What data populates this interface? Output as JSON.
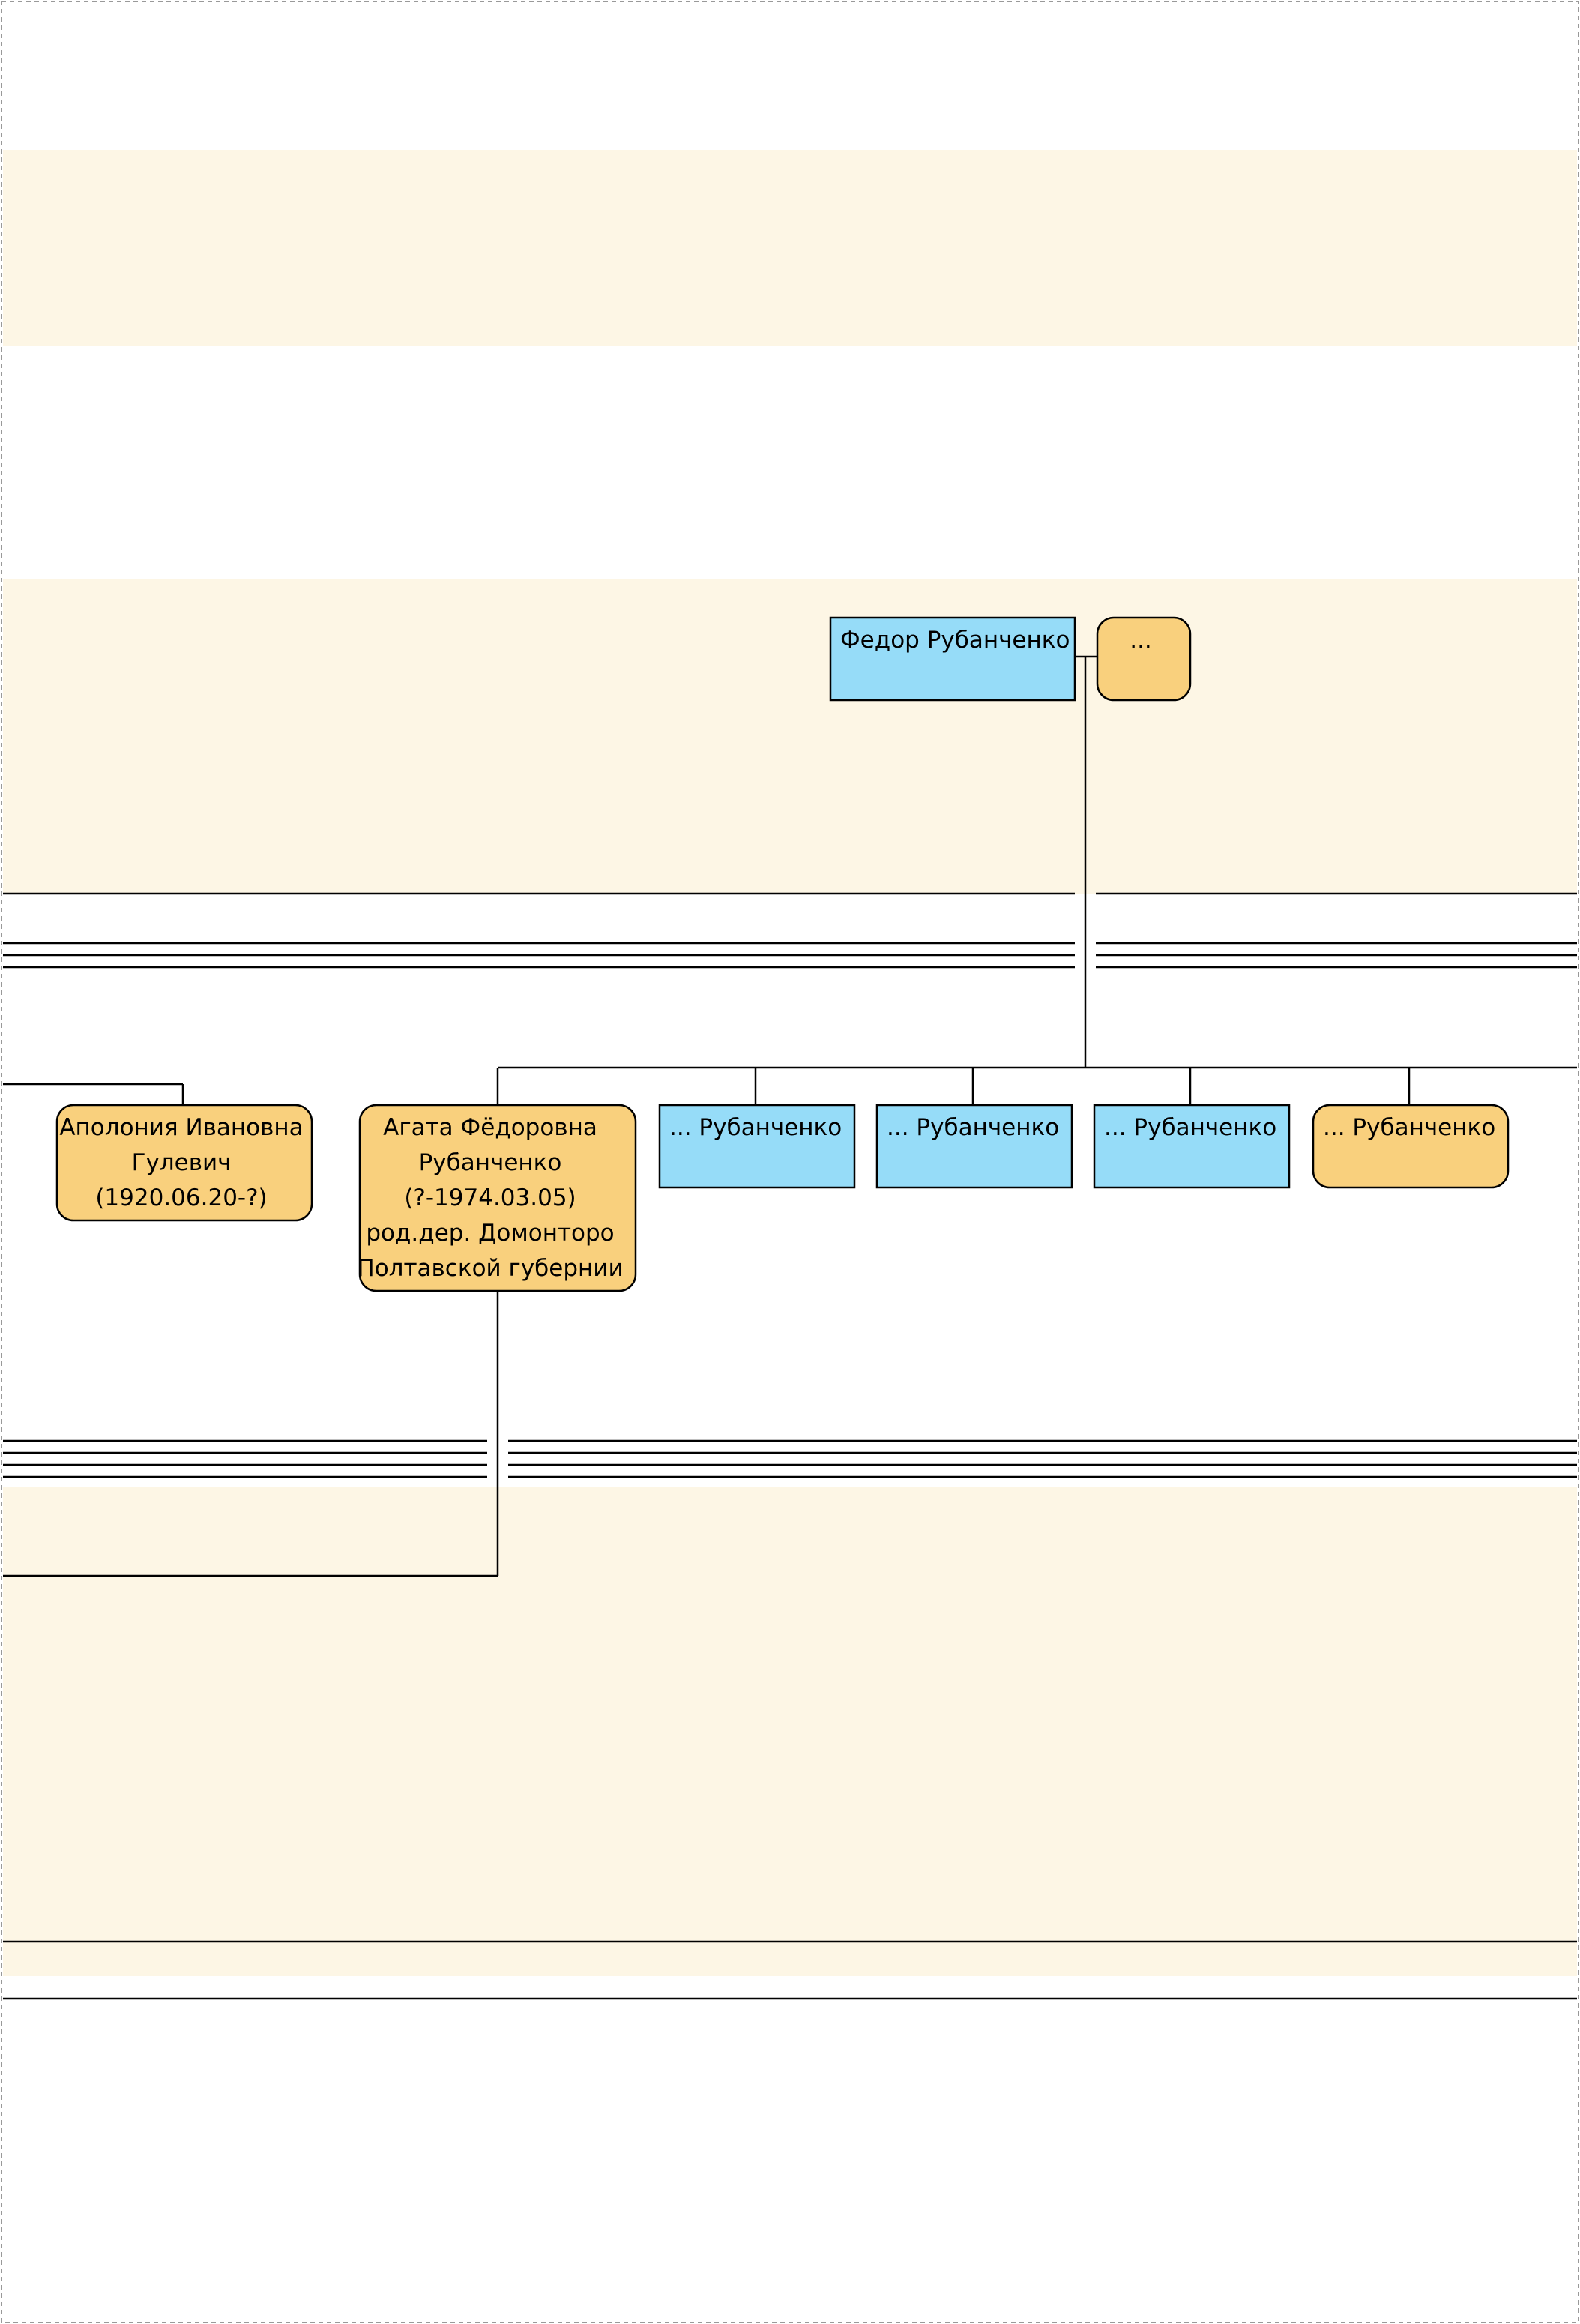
{
  "colors": {
    "band": "#fdf6e5",
    "male": "#96dcf8",
    "female": "#f9d07d",
    "line": "#000000",
    "page_border": "#999999"
  },
  "people": {
    "fedor": {
      "lines": [
        "Федор Рубанченко"
      ]
    },
    "fedor_spouse": {
      "lines": [
        "..."
      ]
    },
    "apoloniya": {
      "lines": [
        "Аполония Ивановна",
        "Гулевич",
        "(1920.06.20-?)"
      ]
    },
    "agata": {
      "lines": [
        "Агата Фёдоровна",
        "Рубанченко",
        "(?-1974.03.05)",
        "род.дер. Домонторо",
        "Полтавской губернии"
      ]
    },
    "child_1": {
      "lines": [
        "... Рубанченко"
      ]
    },
    "child_2": {
      "lines": [
        "... Рубанченко"
      ]
    },
    "child_3": {
      "lines": [
        "... Рубанченко"
      ]
    },
    "child_4": {
      "lines": [
        "... Рубанченко"
      ]
    }
  }
}
